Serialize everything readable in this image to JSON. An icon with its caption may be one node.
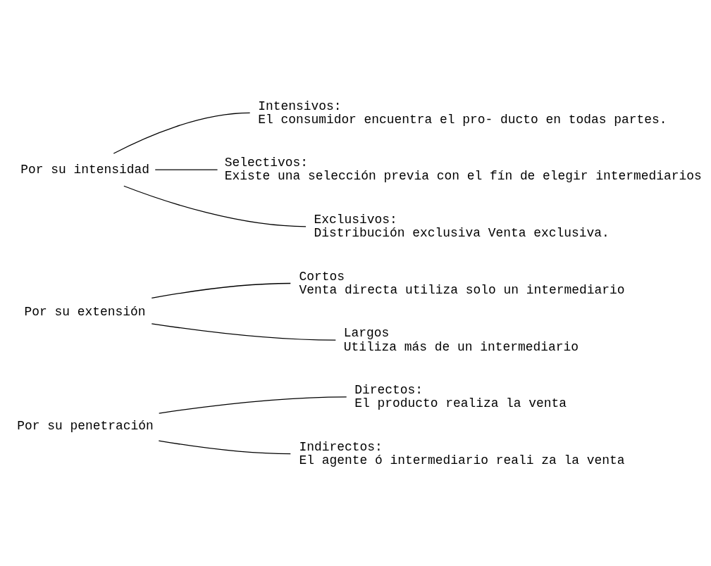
{
  "diagram": {
    "nodes": [
      {
        "text": [
          "Por su penetración"
        ]
      },
      {
        "text": [
          "Directos:",
          "El producto realiza la venta"
        ]
      },
      {
        "text": [
          "Indirectos:",
          "El agente ó intermediario reali za la venta"
        ]
      },
      {
        "text": [
          "Por su extensión"
        ]
      },
      {
        "text": [
          "Cortos",
          "Venta directa utiliza solo un intermediario"
        ]
      },
      {
        "text": [
          "Largos",
          "Utiliza más de un intermediario"
        ]
      },
      {
        "text": [
          "Por su intensidad"
        ]
      },
      {
        "text": [
          "Intensivos:",
          "El consumidor encuentra el pro- ducto en todas partes."
        ]
      },
      {
        "text": [
          "Selectivos:",
          "Existe una selección previa con el fín de elegir intermediarios"
        ]
      },
      {
        "text": [
          "Exclusivos:",
          "Distribución exclusiva Venta exclusiva."
        ]
      }
    ],
    "edges": [
      {
        "from": 0,
        "to": 1,
        "arrow": "none"
      },
      {
        "from": 0,
        "to": 2,
        "arrow": "none"
      },
      {
        "from": 3,
        "to": 4,
        "arrow": "none"
      },
      {
        "from": 3,
        "to": 5,
        "arrow": "none"
      },
      {
        "from": 6,
        "to": 7,
        "arrow": "none"
      },
      {
        "from": 6,
        "to": 8,
        "arrow": "none"
      },
      {
        "from": 6,
        "to": 9,
        "arrow": "none"
      }
    ]
  }
}
